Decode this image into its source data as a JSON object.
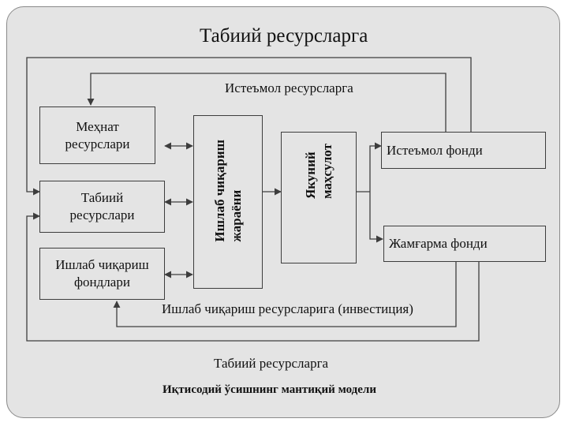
{
  "title": "Табиий ресурсларга",
  "labels": {
    "consumption_top": "Истеъмол ресурсларга",
    "investment": "Ишлаб чиқариш ресурсларига (инвестиция)",
    "natural_bottom": "Табиий ресурсларга"
  },
  "boxes": {
    "labor": "Меҳнат\nресурслари",
    "natural": "Табиий\nресурслари",
    "funds": "Ишлаб чиқариш\nфондлари",
    "process": "Ишлаб чиқариш\nжараёни",
    "final": "Якуний\nмаҳсулот",
    "consumption_fund": "Истеъмол фонди",
    "accumulation_fund": "Жамғарма фонди"
  },
  "caption": "Иқтисодий ўсишнинг мантиқий модели",
  "colors": {
    "frame_bg": "#e4e4e4",
    "stroke": "#3d3d3d"
  }
}
